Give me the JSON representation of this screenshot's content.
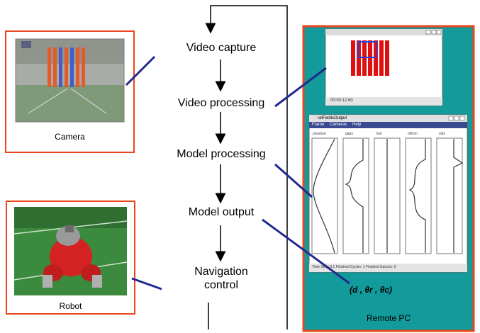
{
  "flow": {
    "steps": [
      "Video capture",
      "Video processing",
      "Model processing",
      "Model output",
      "Navigation control"
    ]
  },
  "camera_box": {
    "caption": "Camera"
  },
  "robot_box": {
    "caption": "Robot"
  },
  "remote_pc": {
    "caption": "Remote PC",
    "formula": "(d , θr , θc)",
    "window_video": {
      "status": "00:00:12.60"
    },
    "window_model": {
      "title": "ratFieldsOutput",
      "menu": [
        "Frame",
        "Cameras",
        "Help"
      ],
      "columns": [
        "posxhon",
        "gaps",
        "traf",
        "mihon",
        "vdis"
      ],
      "status": "Time Step: 0.1   Finished Cycles: 1   Finished Epochs: 0"
    }
  },
  "colors": {
    "teal": "#139a9a",
    "orange": "#e8461c",
    "navy": "#1f2a8c"
  }
}
